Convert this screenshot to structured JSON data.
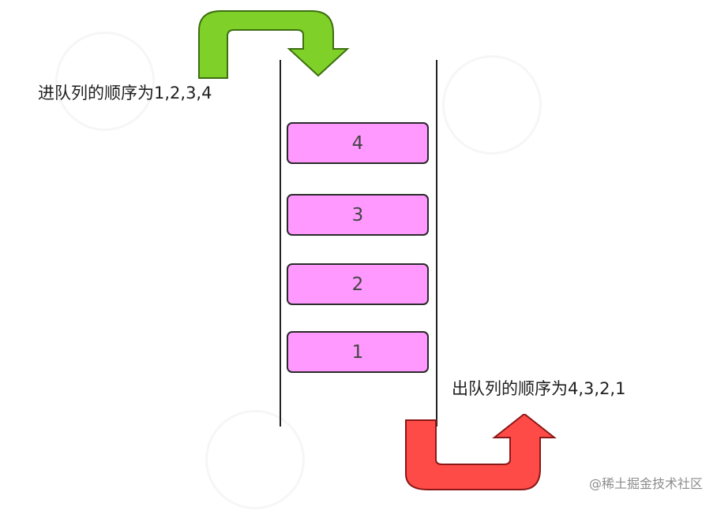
{
  "labels": {
    "enqueue_order": "进队列的顺序为1,2,3,4",
    "dequeue_order": "出队列的顺序为4,3,2,1",
    "credit": "@稀土掘金技术社区"
  },
  "queue_items": [
    "4",
    "3",
    "2",
    "1"
  ],
  "colors": {
    "item_fill": "#ff99ff",
    "enqueue_arrow": "#7fd12a",
    "dequeue_arrow": "#ff4b47",
    "wall": "#222222"
  },
  "icons": {
    "enqueue_arrow": "green-curved-arrow-icon",
    "dequeue_arrow": "red-curved-arrow-icon"
  }
}
